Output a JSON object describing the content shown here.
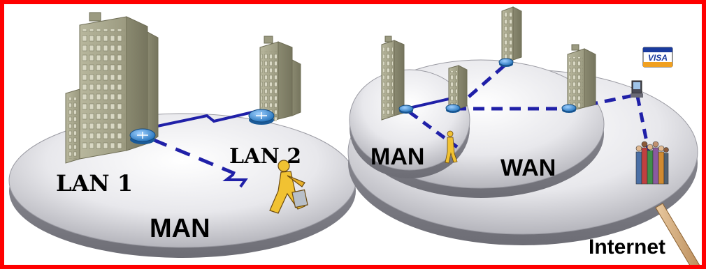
{
  "labels": {
    "lan1": "LAN 1",
    "lan2": "LAN 2",
    "man_left": "MAN",
    "man_right": "MAN",
    "wan": "WAN",
    "internet": "Internet",
    "visa": "VISA"
  },
  "colors": {
    "frame": "#ff0000",
    "link": "#2020a8",
    "building": "#a9a88e",
    "router": "#3a8fd8",
    "disk": "#e6e6ea"
  }
}
